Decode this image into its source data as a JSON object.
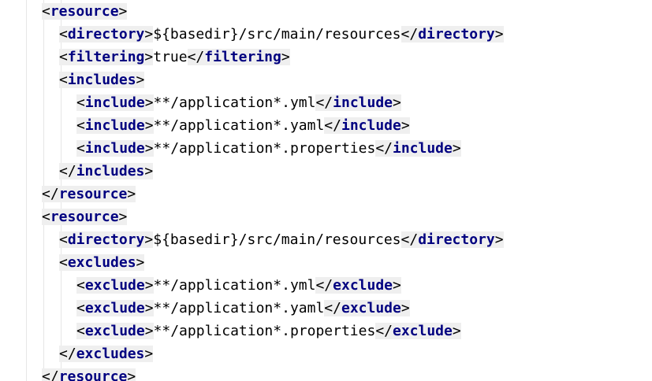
{
  "editor": {
    "lines": [
      {
        "open": "resource"
      },
      {
        "open": "directory",
        "text": "${basedir}/src/main/resources",
        "close": "directory"
      },
      {
        "open": "filtering",
        "text": "true",
        "close": "filtering"
      },
      {
        "open": "includes"
      },
      {
        "open": "include",
        "text": "**/application*.yml",
        "close": "include"
      },
      {
        "open": "include",
        "text": "**/application*.yaml",
        "close": "include"
      },
      {
        "open": "include",
        "text": "**/application*.properties",
        "close": "include"
      },
      {
        "close": "includes"
      },
      {
        "close": "resource"
      },
      {
        "open": "resource"
      },
      {
        "open": "directory",
        "text": "${basedir}/src/main/resources",
        "close": "directory"
      },
      {
        "open": "excludes"
      },
      {
        "open": "exclude",
        "text": "**/application*.yml",
        "close": "exclude"
      },
      {
        "open": "exclude",
        "text": "**/application*.yaml",
        "close": "exclude"
      },
      {
        "open": "exclude",
        "text": "**/application*.properties",
        "close": "exclude"
      },
      {
        "close": "excludes"
      },
      {
        "close": "resource"
      }
    ]
  }
}
